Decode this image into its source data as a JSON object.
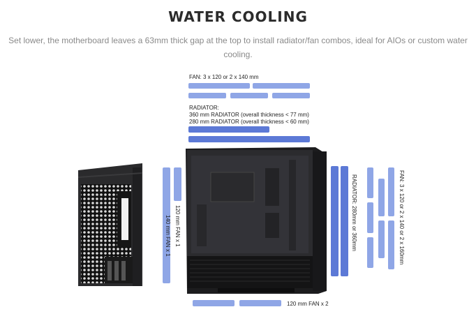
{
  "header": {
    "title": "WATER COOLING",
    "subtitle": "Set lower, the motherboard leaves a 63mm thick gap at the top to install radiator/fan combos, ideal for AIOs or custom water cooling."
  },
  "labels": {
    "top_fan": "FAN: 3 x 120  or 2 x 140 mm",
    "radiator_heading": "RADIATOR:",
    "radiator_360": "360 mm RADIATOR (overall thickness < 77 mm)",
    "radiator_280": "280 mm RADIATOR (overall thickness < 60 mm)",
    "left_fan_a": "120 mm FAN x 1",
    "left_fan_b": "140 mm FAN x 1",
    "front_radiator": "RADIATOR: 280mm or 360mm",
    "front_fan": "FAN: 3 x 120  or 2 x 140 or 2 x 160mm",
    "bottom_fan": "120 mm FAN x 2"
  },
  "colors": {
    "fan_bar": "#8fa6e6",
    "radiator_bar": "#5c79d6",
    "case_body": "#1c1c1e"
  }
}
